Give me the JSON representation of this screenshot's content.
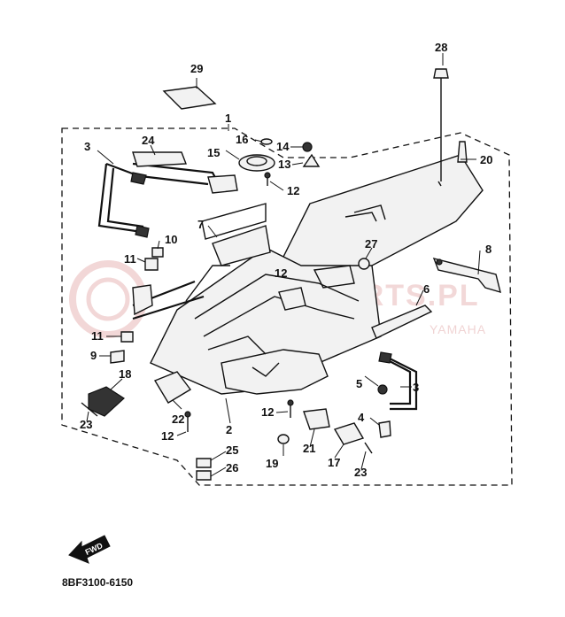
{
  "diagram": {
    "callouts": [
      "1",
      "2",
      "3",
      "3",
      "4",
      "5",
      "6",
      "7",
      "8",
      "9",
      "10",
      "11",
      "11",
      "12",
      "12",
      "12",
      "12",
      "13",
      "14",
      "15",
      "16",
      "17",
      "18",
      "19",
      "20",
      "21",
      "22",
      "23",
      "23",
      "24",
      "25",
      "26",
      "27",
      "28",
      "29"
    ],
    "part_code": "8BF3100-6150",
    "fwd_label": "FWD",
    "watermark": "YAMAHA",
    "watermark_site": "YAMAPARTS.PL",
    "watermark_tag": "YAMAHA"
  }
}
